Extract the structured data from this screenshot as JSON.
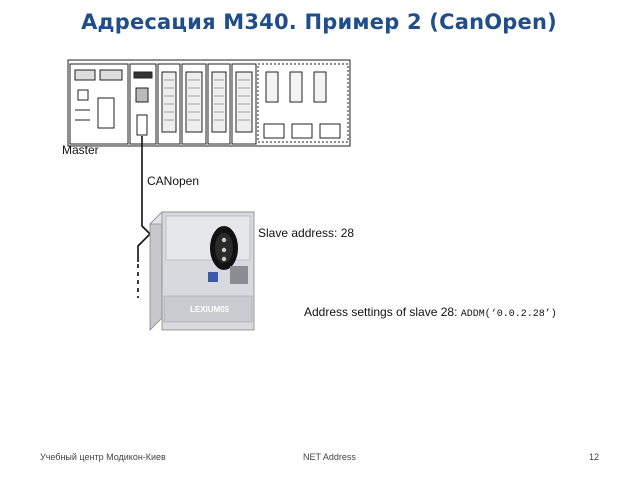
{
  "slide": {
    "title": "Адресация M340. Пример 2 (CanOpen)"
  },
  "diagram": {
    "master_label": "Master",
    "bus_label": "CANopen",
    "slave_address_label": "Slave address: 28",
    "device_label": "LEXIUM05",
    "address_settings_prefix": "Address settings of slave 28: ",
    "address_settings_code": "ADDM(‘0.0.2.28’)"
  },
  "footer": {
    "left": "Учебный центр Модикон-Киев",
    "center": "NET Address",
    "page_number": "12"
  }
}
